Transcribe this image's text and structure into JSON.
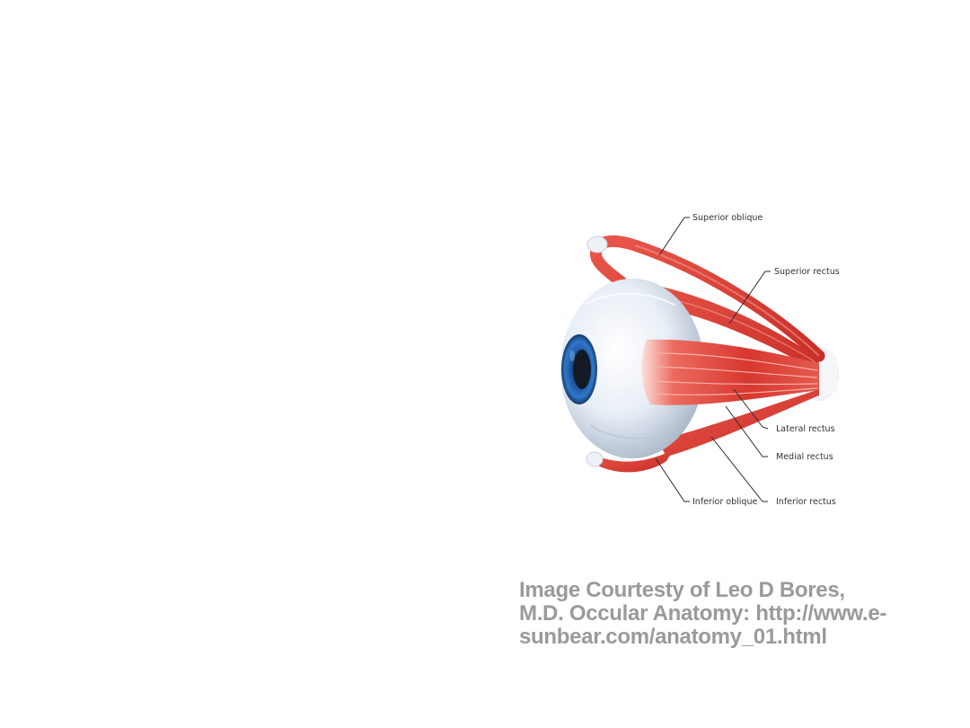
{
  "diagram": {
    "labels": {
      "superior_oblique": "Superior oblique",
      "superior_rectus": "Superior rectus",
      "lateral_rectus": "Lateral rectus",
      "medial_rectus": "Medial rectus",
      "inferior_oblique": "Inferior oblique",
      "inferior_rectus": "Inferior rectus"
    },
    "colors": {
      "muscle": "#d8372f",
      "muscle_light": "#f08a80",
      "sclera": "#e6ecf4",
      "iris": "#2a6ab8",
      "pupil": "#1a1f2a"
    }
  },
  "credit": {
    "line1": "Image Courtesty of Leo D Bores,",
    "line2": "M.D. Occular Anatomy: http://www.e-",
    "line3": "sunbear.com/anatomy_01.html",
    "color": "#9a9a9a"
  }
}
